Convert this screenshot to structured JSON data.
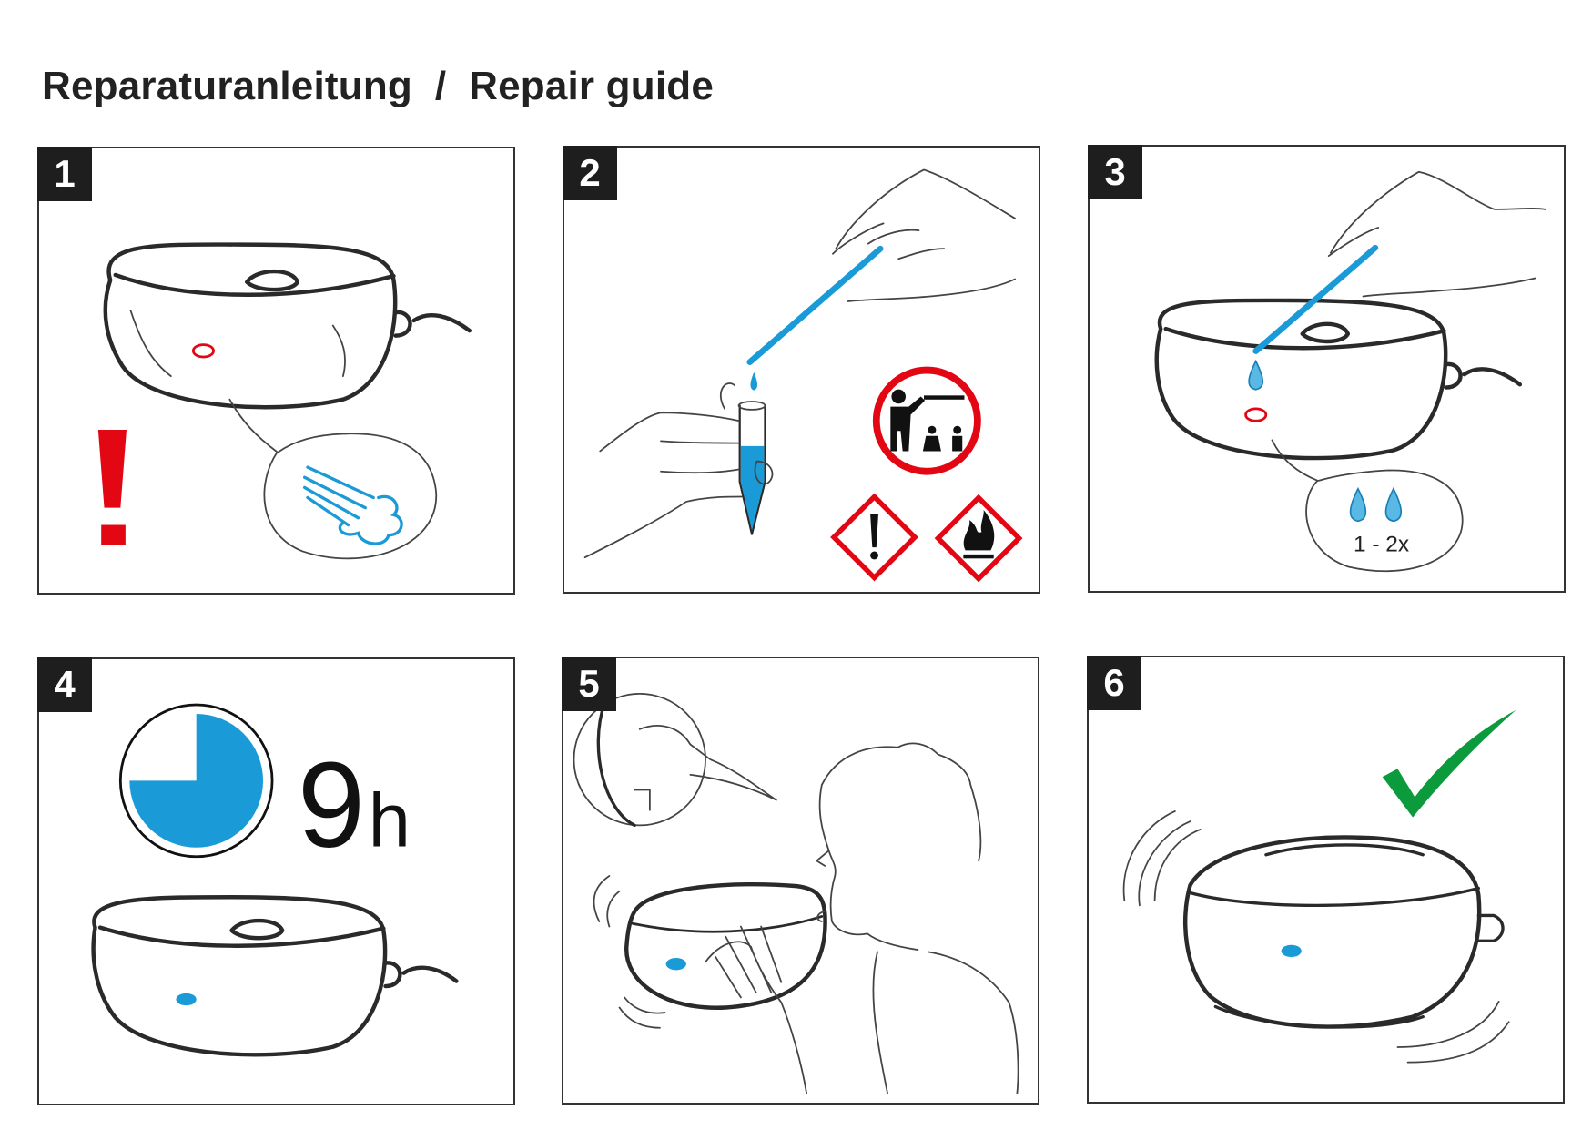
{
  "title": "Reparaturanleitung  /  Repair guide",
  "colors": {
    "blue": "#1a9bd7",
    "red": "#e30613",
    "green": "#0b9a3c",
    "tab": "#1e1e1e"
  },
  "steps": [
    {
      "number": "1"
    },
    {
      "number": "2"
    },
    {
      "number": "3",
      "drops_label": "1 - 2x"
    },
    {
      "number": "4",
      "time_value": "9",
      "time_unit": "h",
      "clock_fill_fraction": 0.75
    },
    {
      "number": "5"
    },
    {
      "number": "6"
    }
  ]
}
